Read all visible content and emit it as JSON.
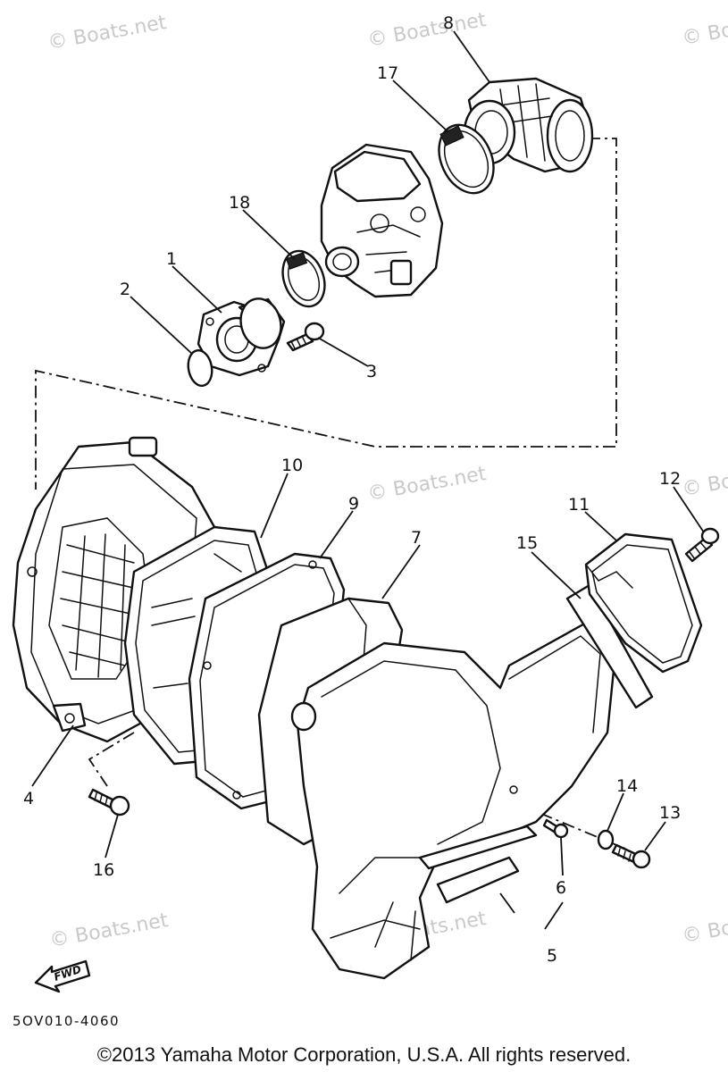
{
  "watermark": "© Boats.net",
  "part_number_note": "5OV010-4060",
  "fwd_label": "FWD",
  "copyright": "©2013 Yamaha Motor Corporation, U.S.A. All rights reserved.",
  "callouts": {
    "c1": "1",
    "c2": "2",
    "c3": "3",
    "c4": "4",
    "c5": "5",
    "c6": "6",
    "c7": "7",
    "c8": "8",
    "c9": "9",
    "c10": "10",
    "c11": "11",
    "c12": "12",
    "c13": "13",
    "c14": "14",
    "c15": "15",
    "c16": "16",
    "c17": "17",
    "c18": "18"
  }
}
